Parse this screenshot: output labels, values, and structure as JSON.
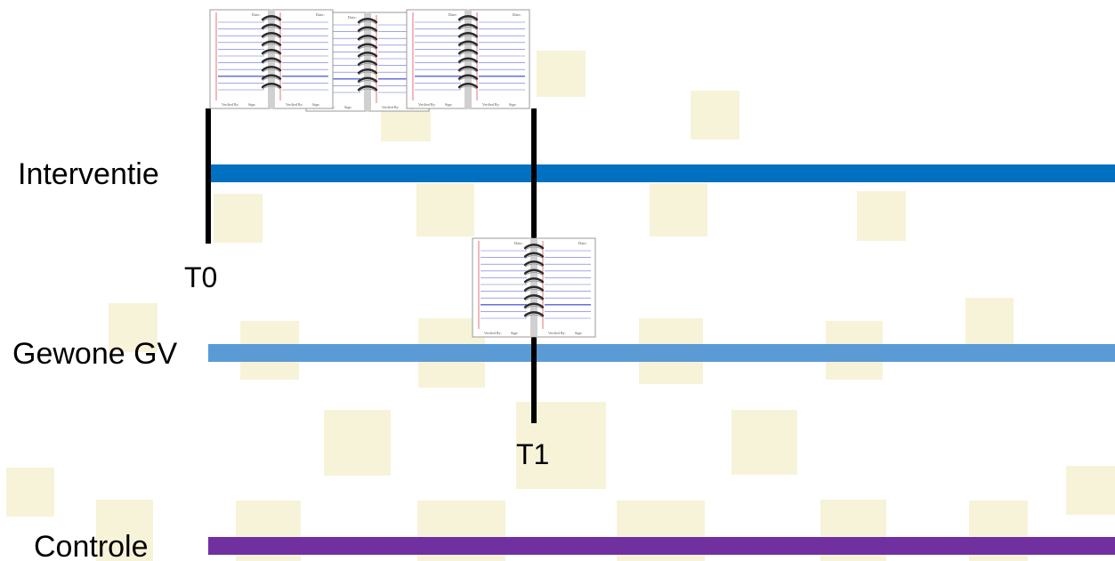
{
  "groups": [
    {
      "id": "interventie",
      "label": "Interventie",
      "color": "#0070c0"
    },
    {
      "id": "gewone",
      "label": "Gewone GV",
      "color": "#5b9bd5"
    },
    {
      "id": "controle",
      "label": "Controle",
      "color": "#7030a0"
    }
  ],
  "timepoints": {
    "t0": "T0",
    "t1": "T1"
  },
  "notebook": {
    "header_word": "Date:",
    "footer_left": "Verified By:",
    "footer_right": "Sign:"
  },
  "icons": {
    "diary": "spiral-notebook-icon"
  },
  "colors": {
    "background_squares": "#f7f3d9",
    "timepoint_lines": "#000000",
    "notebook_red_margin": "#e05050",
    "notebook_blue_lines": "#6670d8"
  }
}
